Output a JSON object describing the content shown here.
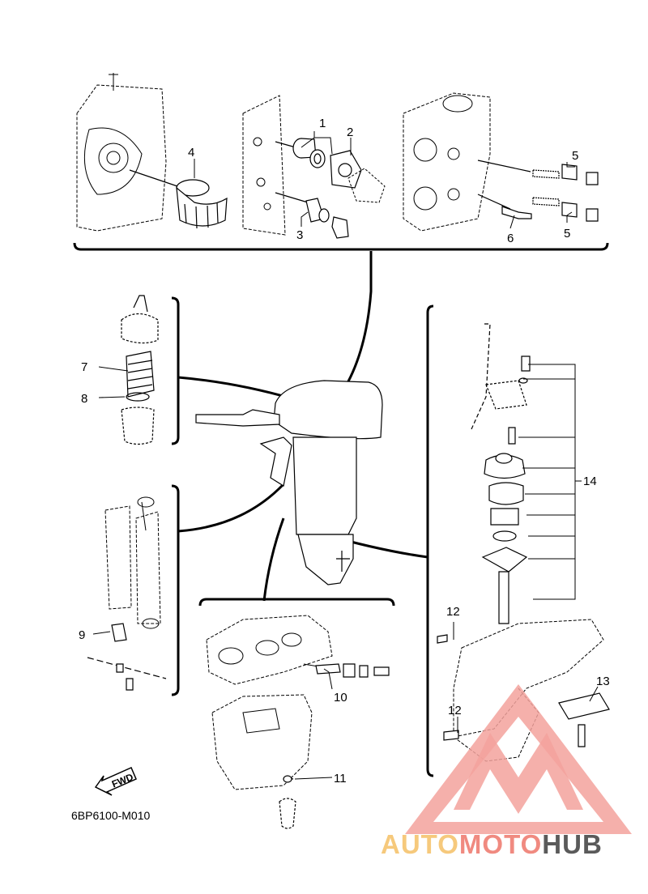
{
  "diagram": {
    "diagram_code": "6BP6100-M010",
    "fwd_label": "FWD",
    "callouts": [
      {
        "id": "1",
        "label": "1"
      },
      {
        "id": "2",
        "label": "2"
      },
      {
        "id": "3",
        "label": "3"
      },
      {
        "id": "4",
        "label": "4"
      },
      {
        "id": "5a",
        "label": "5"
      },
      {
        "id": "5b",
        "label": "5"
      },
      {
        "id": "6",
        "label": "6"
      },
      {
        "id": "7",
        "label": "7"
      },
      {
        "id": "8",
        "label": "8"
      },
      {
        "id": "9",
        "label": "9"
      },
      {
        "id": "10",
        "label": "10"
      },
      {
        "id": "11",
        "label": "11"
      },
      {
        "id": "12a",
        "label": "12"
      },
      {
        "id": "12b",
        "label": "12"
      },
      {
        "id": "13",
        "label": "13"
      },
      {
        "id": "14",
        "label": "14"
      }
    ]
  },
  "watermark": {
    "part1": "AUTO",
    "part2": "MOTO",
    "part3": "HUB",
    "colors": {
      "auto": "#f6c97c",
      "moto": "#f08a80",
      "hub": "#5a5a5a",
      "triangle": "#f3a29c"
    }
  }
}
